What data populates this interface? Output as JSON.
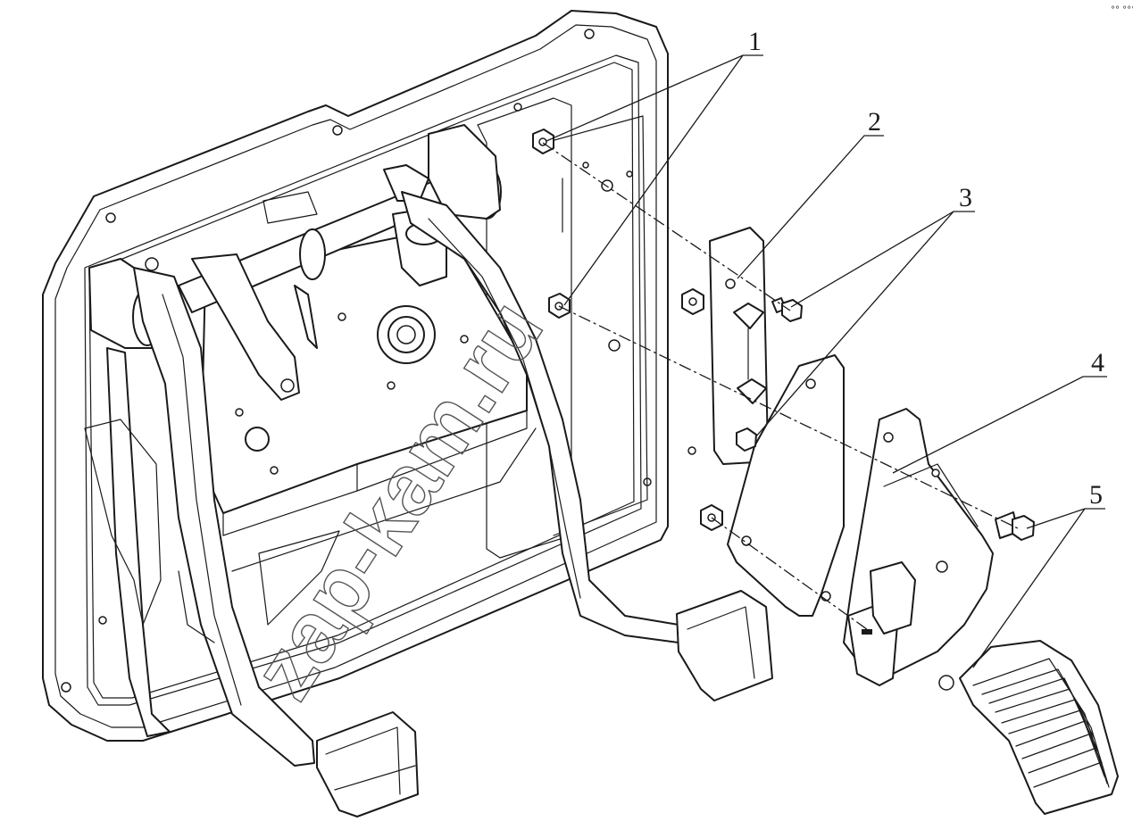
{
  "callouts": [
    {
      "id": "1",
      "label": "1"
    },
    {
      "id": "2",
      "label": "2"
    },
    {
      "id": "3",
      "label": "3"
    },
    {
      "id": "4",
      "label": "4"
    },
    {
      "id": "5",
      "label": "5"
    }
  ],
  "watermark": "zap-kam.ru",
  "corner_mark": "°° °°°"
}
